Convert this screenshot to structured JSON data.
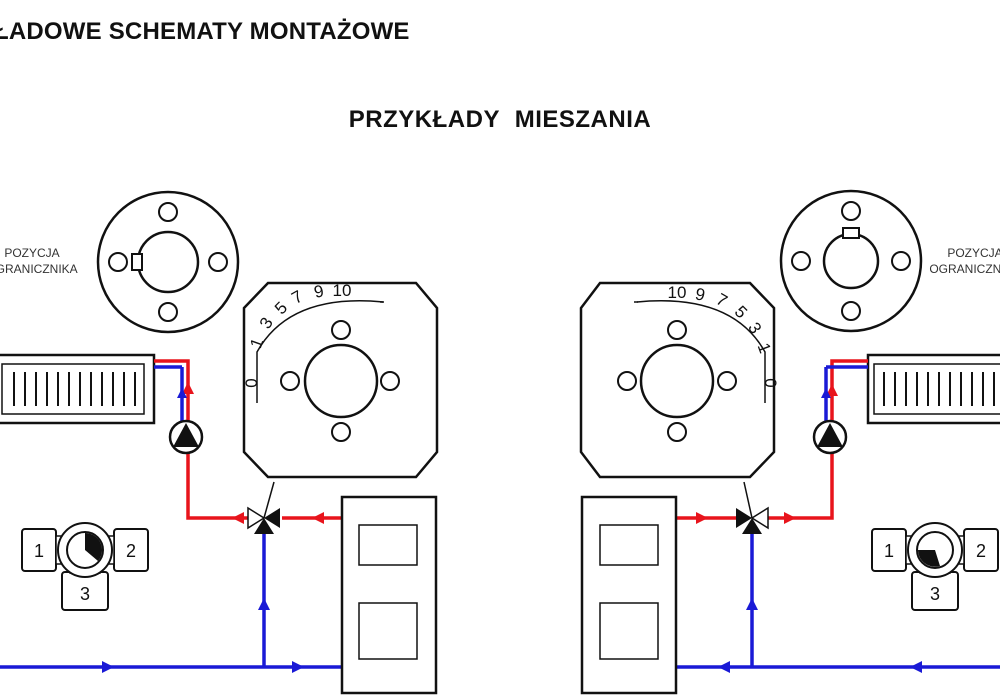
{
  "header": {
    "title": "ŁADOWE SCHEMATY MONTAŻOWE"
  },
  "subtitle": "PRZYKŁADY   MIESZANIA",
  "left": {
    "limiter_label_line1": "POZYCJA",
    "limiter_label_line2": "OGRANICZNIKA",
    "scale_marks": [
      "0",
      "1",
      "3",
      "5",
      "7",
      "9",
      "10"
    ],
    "valve_ports": [
      "1",
      "2",
      "3"
    ]
  },
  "right": {
    "limiter_label_line1": "POZYCJA",
    "limiter_label_line2": "OGRANICZNIKA",
    "scale_marks": [
      "10",
      "9",
      "7",
      "5",
      "3",
      "1",
      "0"
    ],
    "valve_ports": [
      "1",
      "2",
      "3"
    ]
  },
  "colors": {
    "supply": "#e8141c",
    "return": "#1a1ad6",
    "line": "#111111"
  }
}
